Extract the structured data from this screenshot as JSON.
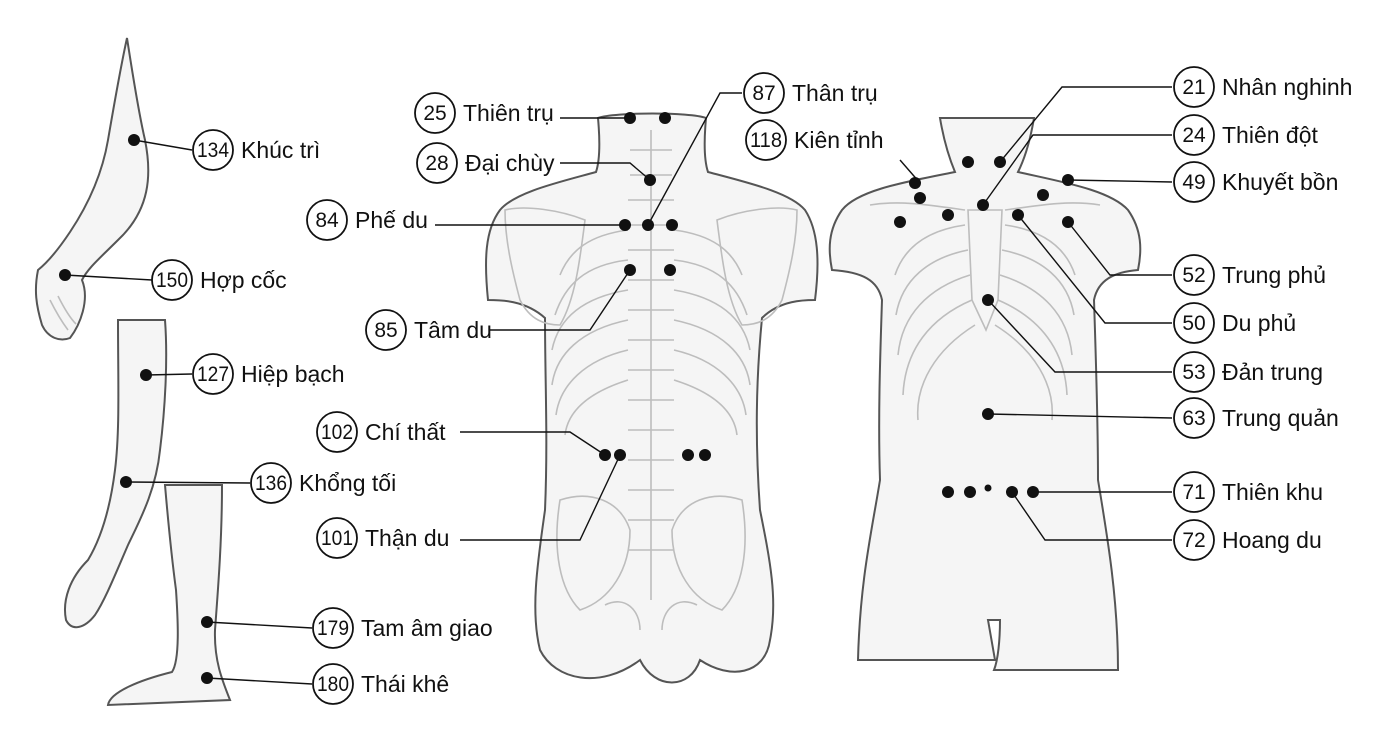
{
  "points": [
    {
      "id": "p134",
      "num": "134",
      "label": "Khúc trì"
    },
    {
      "id": "p150",
      "num": "150",
      "label": "Hợp cốc"
    },
    {
      "id": "p127",
      "num": "127",
      "label": "Hiệp bạch"
    },
    {
      "id": "p136",
      "num": "136",
      "label": "Khổng tối"
    },
    {
      "id": "p179",
      "num": "179",
      "label": "Tam âm giao"
    },
    {
      "id": "p180",
      "num": "180",
      "label": "Thái khê"
    },
    {
      "id": "p25",
      "num": "25",
      "label": "Thiên trụ"
    },
    {
      "id": "p28",
      "num": "28",
      "label": "Đại chùy"
    },
    {
      "id": "p84",
      "num": "84",
      "label": "Phế du"
    },
    {
      "id": "p85",
      "num": "85",
      "label": "Tâm du"
    },
    {
      "id": "p102",
      "num": "102",
      "label": "Chí thất"
    },
    {
      "id": "p101",
      "num": "101",
      "label": "Thận du"
    },
    {
      "id": "p87",
      "num": "87",
      "label": "Thân trụ"
    },
    {
      "id": "p118",
      "num": "118",
      "label": "Kiên tỉnh"
    },
    {
      "id": "p21",
      "num": "21",
      "label": "Nhân nghinh"
    },
    {
      "id": "p24",
      "num": "24",
      "label": "Thiên đột"
    },
    {
      "id": "p49",
      "num": "49",
      "label": "Khuyết bồn"
    },
    {
      "id": "p52",
      "num": "52",
      "label": "Trung phủ"
    },
    {
      "id": "p50",
      "num": "50",
      "label": "Du phủ"
    },
    {
      "id": "p53",
      "num": "53",
      "label": "Đản trung"
    },
    {
      "id": "p63",
      "num": "63",
      "label": "Trung quản"
    },
    {
      "id": "p71",
      "num": "71",
      "label": "Thiên khu"
    },
    {
      "id": "p72",
      "num": "72",
      "label": "Hoang du"
    }
  ]
}
